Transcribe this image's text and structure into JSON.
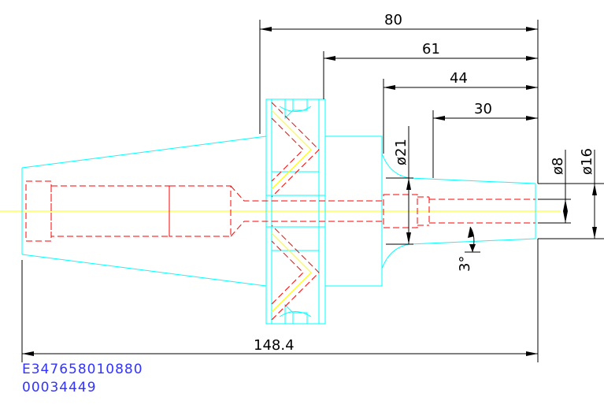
{
  "dimensions": {
    "len_80": "80",
    "len_61": "61",
    "len_44": "44",
    "len_30": "30",
    "dia_21": "ø21",
    "dia_8": "ø8",
    "dia_16": "ø16",
    "angle_3": "3°",
    "total": "148.4"
  },
  "codes": {
    "line1": "E347658010880",
    "line2": "00034449"
  },
  "colors": {
    "outline": "#00ffff",
    "hidden": "#ff0000",
    "center": "#ffff00",
    "dimension": "#000000",
    "text_code": "#3333ff"
  }
}
